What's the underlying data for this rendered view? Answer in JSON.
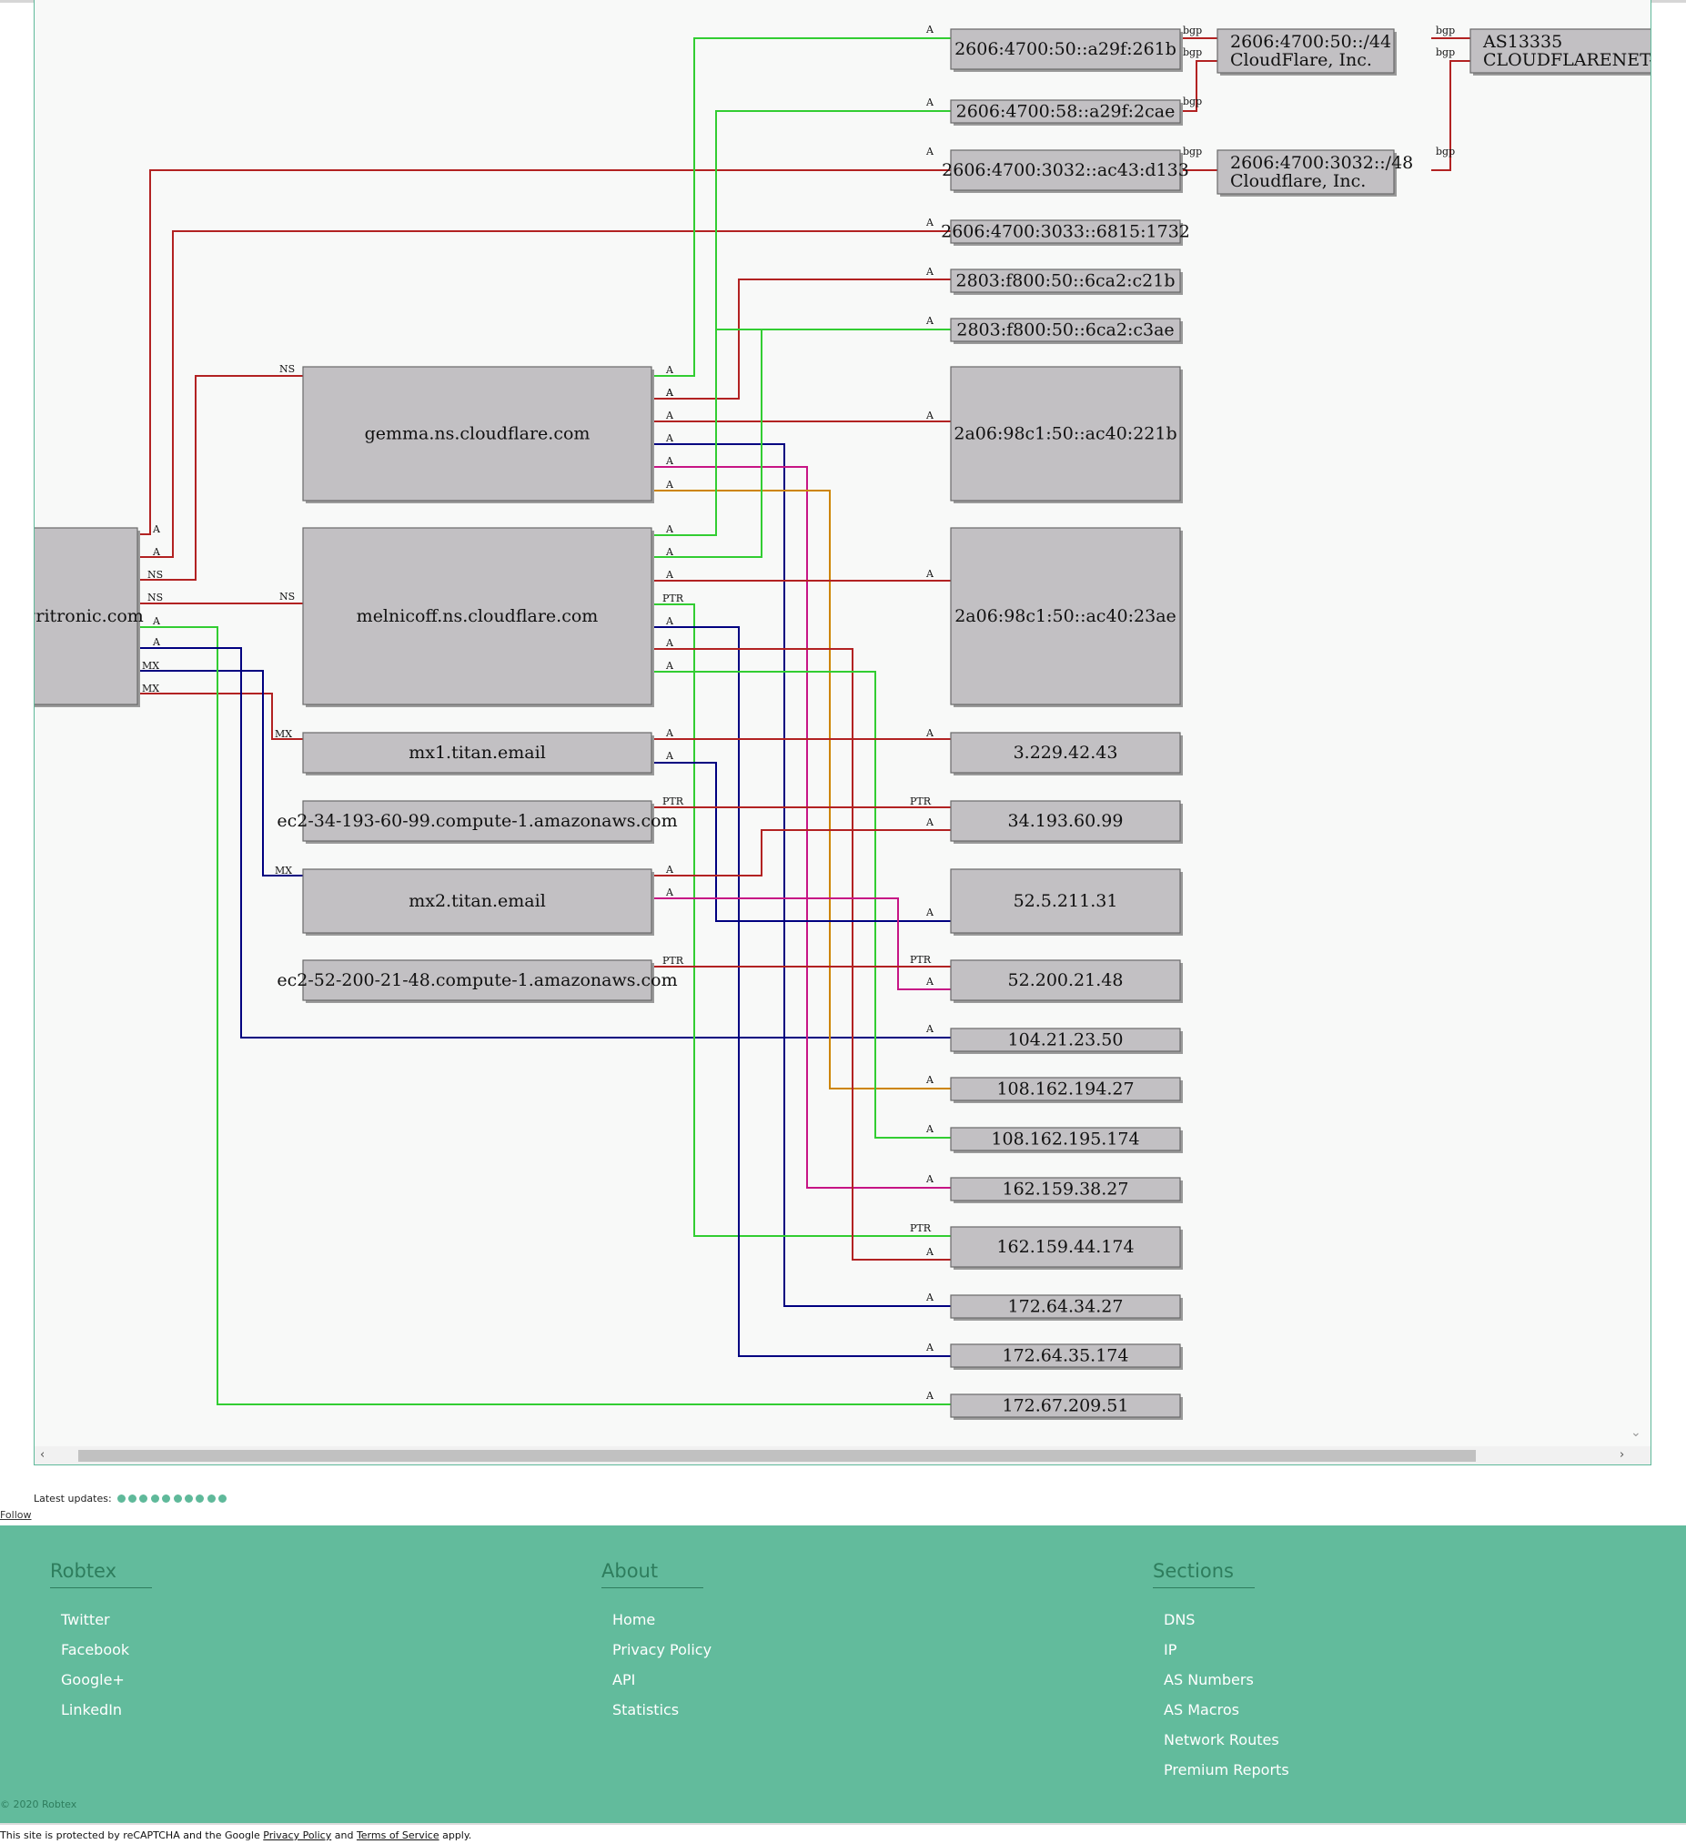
{
  "graph": {
    "nodes": {
      "root": "gritronic.com",
      "gemma": "gemma.ns.cloudflare.com",
      "melnicoff": "melnicoff.ns.cloudflare.com",
      "mx1": "mx1.titan.email",
      "ec2a": "ec2-34-193-60-99.compute-1.amazonaws.com",
      "mx2": "mx2.titan.email",
      "ec2b": "ec2-52-200-21-48.compute-1.amazonaws.com",
      "ip1": "2606:4700:50::a29f:261b",
      "ip2": "2606:4700:58::a29f:2cae",
      "ip3": "2606:4700:3032::ac43:d133",
      "ip4": "2606:4700:3033::6815:1732",
      "ip5": "2803:f800:50::6ca2:c21b",
      "ip6": "2803:f800:50::6ca2:c3ae",
      "ip7": "2a06:98c1:50::ac40:221b",
      "ip8": "2a06:98c1:50::ac40:23ae",
      "ip9": "3.229.42.43",
      "ip10": "34.193.60.99",
      "ip11": "52.5.211.31",
      "ip12": "52.200.21.48",
      "ip13": "104.21.23.50",
      "ip14": "108.162.194.27",
      "ip15": "108.162.195.174",
      "ip16": "162.159.38.27",
      "ip17": "162.159.44.174",
      "ip18": "172.64.34.27",
      "ip19": "172.64.35.174",
      "ip20": "172.67.209.51",
      "net1_line1": "2606:4700:50::/44",
      "net1_line2": "CloudFlare, Inc.",
      "net2_line1": "2606:4700:3032::/48",
      "net2_line2": "Cloudflare, Inc.",
      "as_line1": "AS13335",
      "as_line2": "CLOUDFLARENET-AS C"
    },
    "labels": {
      "a": "A",
      "ns": "NS",
      "mx": "MX",
      "ptr": "PTR",
      "bgp": "bgp"
    },
    "colors": {
      "red": "#b22222",
      "green": "#32cd32",
      "navy": "#000080",
      "magenta": "#c71585",
      "orange": "#cd8500"
    }
  },
  "scrollbar": {
    "left_arrow": "‹",
    "right_arrow": "›"
  },
  "updates": {
    "label": "Latest updates:",
    "dots": 10
  },
  "follow_label": "Follow",
  "footer": {
    "robtex": {
      "title": "Robtex",
      "links": [
        "Twitter",
        "Facebook",
        "Google+",
        "LinkedIn"
      ]
    },
    "about": {
      "title": "About",
      "links": [
        "Home",
        "Privacy Policy",
        "API",
        "Statistics"
      ]
    },
    "sections": {
      "title": "Sections",
      "links": [
        "DNS",
        "IP",
        "AS Numbers",
        "AS Macros",
        "Network Routes",
        "Premium Reports"
      ]
    },
    "copyright": "© 2020 Robtex"
  },
  "recaptcha": {
    "prefix": "This site is protected by reCAPTCHA and the Google",
    "privacy": "Privacy Policy",
    "and": "and",
    "terms": "Terms of Service",
    "suffix": "apply."
  }
}
